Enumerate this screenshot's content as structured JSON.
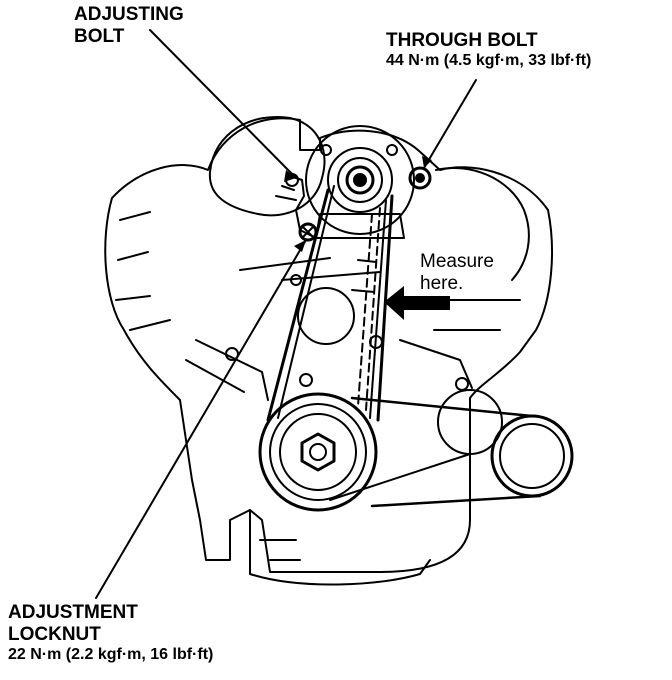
{
  "labels": {
    "adjusting_bolt": {
      "line1": "ADJUSTING",
      "line2": "BOLT"
    },
    "through_bolt": {
      "title": "THROUGH BOLT",
      "spec": "44 N·m (4.5 kgf·m, 33 lbf·ft)"
    },
    "measure": {
      "line1": "Measure",
      "line2": "here."
    },
    "adjustment_locknut": {
      "line1": "ADJUSTMENT",
      "line2": "LOCKNUT",
      "spec": "22 N·m (2.2 kgf·m, 16 lbf·ft)"
    }
  },
  "colors": {
    "ink": "#000000",
    "paper": "#ffffff"
  }
}
